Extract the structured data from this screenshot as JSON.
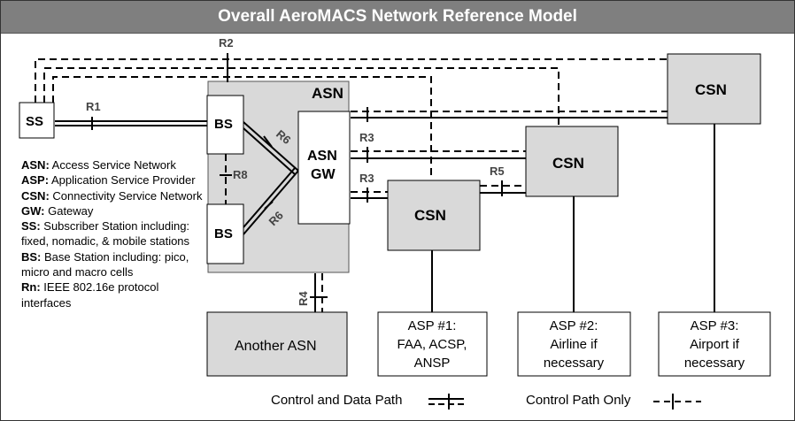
{
  "title": "Overall AeroMACS Network Reference Model",
  "nodes": {
    "ss": "SS",
    "asn": "ASN",
    "bs_top": "BS",
    "bs_bottom": "BS",
    "asn_gw_line1": "ASN",
    "asn_gw_line2": "GW",
    "csn_left": "CSN",
    "csn_mid": "CSN",
    "csn_right": "CSN",
    "another_asn": "Another ASN",
    "asp1": [
      "ASP #1:",
      "FAA, ACSP,",
      "ANSP"
    ],
    "asp2": [
      "ASP #2:",
      "Airline if",
      "necessary"
    ],
    "asp3": [
      "ASP #3:",
      "Airport if",
      "necessary"
    ]
  },
  "reference_points": {
    "r1": "R1",
    "r2": "R2",
    "r3_top": "R3",
    "r3_bottom": "R3",
    "r4": "R4",
    "r5": "R5",
    "r6_top": "R6",
    "r6_bottom": "R6",
    "r8": "R8"
  },
  "definitions": [
    {
      "term": "ASN:",
      "text": " Access Service Network"
    },
    {
      "term": "ASP:",
      "text": " Application Service Provider"
    },
    {
      "term": "CSN:",
      "text": " Connectivity Service Network"
    },
    {
      "term": "GW:",
      "text": " Gateway"
    },
    {
      "term": "SS:",
      "text": " Subscriber Station including: fixed, nomadic, & mobile stations"
    },
    {
      "term": "BS:",
      "text": " Base Station including: pico, micro and macro cells"
    },
    {
      "term": "Rn:",
      "text": " IEEE 802.16e protocol interfaces"
    }
  ],
  "legend": {
    "control_data": "Control and Data Path",
    "control_only": "Control Path Only"
  },
  "colors": {
    "title_bar": "#7f7f7f",
    "box_fill": "#d9d9d9",
    "line": "#000000"
  }
}
